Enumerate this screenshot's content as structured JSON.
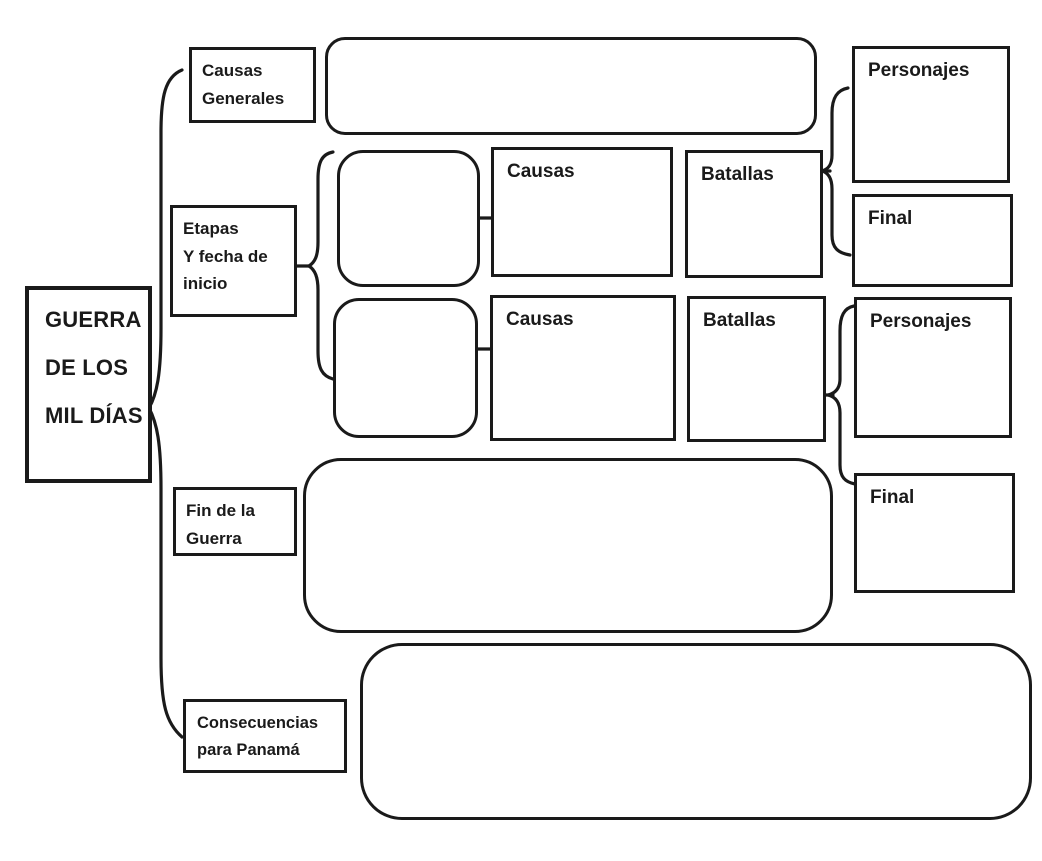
{
  "root_node": {
    "label": "GUERRA\nDE LOS\nMIL DÍAS"
  },
  "branches": {
    "causas_generales": {
      "label": "Causas\nGenerales"
    },
    "etapas": {
      "label": "Etapas\nY fecha de\ninicio"
    },
    "fin_guerra": {
      "label": "Fin de la\nGuerra"
    },
    "consecuencias": {
      "label": "Consecuencias\npara Panamá"
    }
  },
  "stage_one": {
    "causas": "Causas",
    "batallas": "Batallas",
    "personajes": "Personajes",
    "final": "Final"
  },
  "stage_two": {
    "causas": "Causas",
    "batallas": "Batallas",
    "personajes": "Personajes",
    "final": "Final"
  },
  "colors": {
    "line": "#1a1a1a",
    "background": "#ffffff"
  }
}
